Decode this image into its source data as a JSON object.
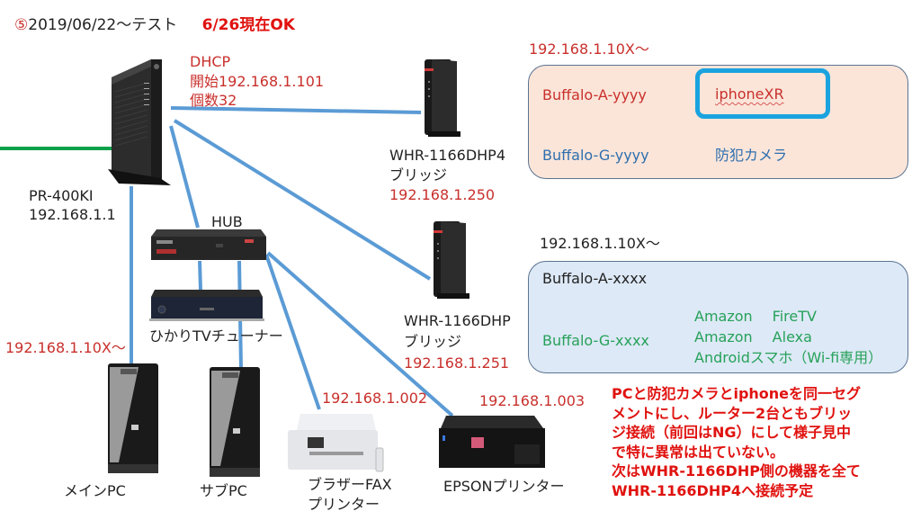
{
  "header": {
    "number": "⑤",
    "date_range": "2019/06/22～テスト",
    "status": "6/26現在OK"
  },
  "router": {
    "model": "PR-400KI",
    "ip": "192.168.1.1",
    "dhcp_title": "DHCP",
    "dhcp_start": "開始192.168.1.101",
    "dhcp_count": "個数32",
    "icon": "router-icon"
  },
  "hub": {
    "label": "HUB",
    "icon": "network-hub-icon"
  },
  "tv_tuner": {
    "label": "ひかりTVチューナー",
    "icon": "tv-tuner-icon"
  },
  "ap1": {
    "model": "WHR-1166DHP4",
    "mode": "ブリッジ",
    "ip": "192.168.1.250",
    "icon": "wifi-router-icon"
  },
  "ap2": {
    "model": "WHR-1166DHP",
    "mode": "ブリッジ",
    "ip": "192.168.1.251",
    "icon": "wifi-router-icon"
  },
  "zone_a": {
    "ip_range": "192.168.1.10X～",
    "ssid_a": "Buffalo-A-yyyy",
    "ssid_g": "Buffalo-G-yyyy",
    "device_highlighted": "iphoneXR",
    "device_camera": "防犯カメラ",
    "highlight_color": "#1aa3df",
    "background": "#fbe5d9"
  },
  "zone_b": {
    "ip_range": "192.168.1.10X～",
    "ssid_a": "Buffalo-A-xxxx",
    "ssid_g": "Buffalo-G-xxxx",
    "devices": [
      {
        "brand": "Amazon",
        "name": "FireTV"
      },
      {
        "brand": "Amazon",
        "name": "Alexa"
      },
      {
        "brand": "Androidスマホ",
        "name": "（Wi-fi専用）"
      }
    ],
    "background": "#dde9f6"
  },
  "pcs": {
    "ip_range": "192.168.1.10X～",
    "main_label": "メインPC",
    "sub_label": "サブPC",
    "icon": "desktop-tower-icon"
  },
  "fax_printer": {
    "ip": "192.168.1.002",
    "label_line1": "ブラザーFAX",
    "label_line2": "プリンター",
    "icon": "fax-printer-icon"
  },
  "epson_printer": {
    "ip": "192.168.1.003",
    "label": "EPSONプリンター",
    "icon": "printer-icon"
  },
  "note": {
    "lines": [
      "PCと防犯カメラとiphoneを同一セグ",
      "メントにし、ルーター2台ともブリッ",
      "ジ接続（前回はNG）にして様子見中",
      "で特に異常は出ていない。",
      "次はWHR-1166DHP側の機器を全て",
      "WHR-1166DHP4へ接続予定"
    ]
  },
  "colors": {
    "lan_line": "#5b9bd5",
    "wan_line": "#0aa14a",
    "red_text": "#c9302c",
    "note_red": "#e0120f"
  }
}
